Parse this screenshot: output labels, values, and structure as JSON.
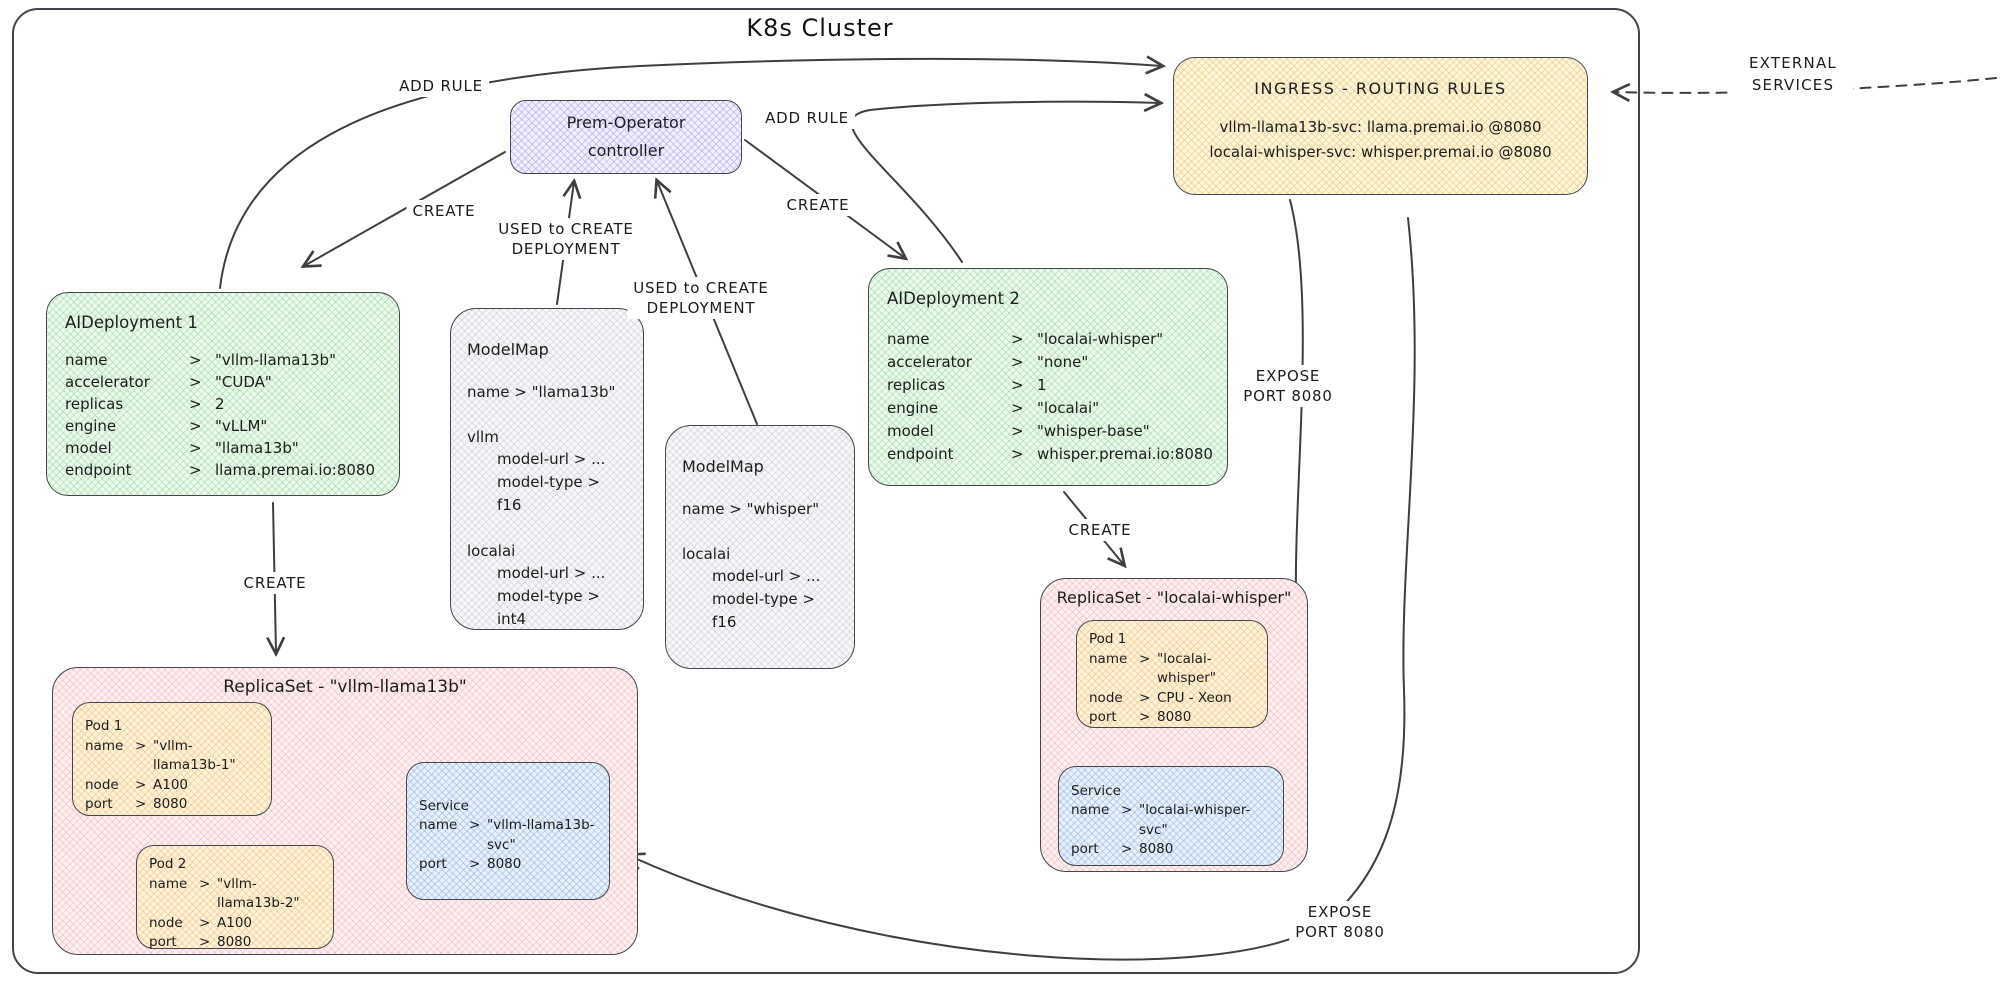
{
  "cluster": {
    "title": "K8s Cluster"
  },
  "external": {
    "lines": [
      "EXTERNAL",
      "SERVICES"
    ]
  },
  "operator": {
    "title": "Prem-Operator",
    "subtitle": "controller"
  },
  "ingress": {
    "title": "INGRESS - ROUTING RULES",
    "rules": [
      "vllm-llama13b-svc: llama.premai.io @8080",
      "localai-whisper-svc: whisper.premai.io @8080"
    ]
  },
  "aid1": {
    "title": "AIDeployment 1",
    "rows": [
      [
        "name",
        ">",
        "\"vllm-llama13b\""
      ],
      [
        "accelerator",
        ">",
        "\"CUDA\""
      ],
      [
        "replicas",
        ">",
        "2"
      ],
      [
        "engine",
        ">",
        "\"vLLM\""
      ],
      [
        "model",
        ">",
        "\"llama13b\""
      ],
      [
        "endpoint",
        ">",
        "llama.premai.io:8080"
      ]
    ]
  },
  "aid2": {
    "title": "AIDeployment 2",
    "rows": [
      [
        "name",
        ">",
        "\"localai-whisper\""
      ],
      [
        "accelerator",
        ">",
        "\"none\""
      ],
      [
        "replicas",
        ">",
        "1"
      ],
      [
        "engine",
        ">",
        "\"localai\""
      ],
      [
        "model",
        ">",
        "\"whisper-base\""
      ],
      [
        "endpoint",
        ">",
        "whisper.premai.io:8080"
      ]
    ]
  },
  "modelmap1": {
    "title": "ModelMap",
    "name_line": "name > \"llama13b\"",
    "sections": [
      {
        "name": "vllm",
        "lines": [
          "model-url > ...",
          "model-type > f16"
        ]
      },
      {
        "name": "localai",
        "lines": [
          "model-url > ...",
          "model-type > int4"
        ]
      }
    ]
  },
  "modelmap2": {
    "title": "ModelMap",
    "name_line": "name > \"whisper\"",
    "sections": [
      {
        "name": "localai",
        "lines": [
          "model-url > ...",
          "model-type > f16"
        ]
      }
    ]
  },
  "replicaset1": {
    "title": "ReplicaSet - \"vllm-llama13b\"",
    "pod1": {
      "title": "Pod 1",
      "rows": [
        [
          "name",
          ">",
          "\"vllm-llama13b-1\""
        ],
        [
          "node",
          ">",
          "A100"
        ],
        [
          "port",
          ">",
          "8080"
        ]
      ]
    },
    "pod2": {
      "title": "Pod 2",
      "rows": [
        [
          "name",
          ">",
          "\"vllm-llama13b-2\""
        ],
        [
          "node",
          ">",
          "A100"
        ],
        [
          "port",
          ">",
          "8080"
        ]
      ]
    },
    "service": {
      "title": "Service",
      "rows": [
        [
          "name",
          ">",
          "\"vllm-llama13b-svc\""
        ],
        [
          "port",
          ">",
          "8080"
        ]
      ]
    }
  },
  "replicaset2": {
    "title": "ReplicaSet - \"localai-whisper\"",
    "pod1": {
      "title": "Pod 1",
      "rows": [
        [
          "name",
          ">",
          "\"localai-whisper\""
        ],
        [
          "node",
          ">",
          "CPU - Xeon"
        ],
        [
          "port",
          ">",
          "8080"
        ]
      ]
    },
    "service": {
      "title": "Service",
      "rows": [
        [
          "name",
          ">",
          "\"localai-whisper-svc\""
        ],
        [
          "port",
          ">",
          "8080"
        ]
      ]
    }
  },
  "labels": {
    "add_rule_left": "ADD RULE",
    "add_rule_right": "ADD RULE",
    "create_operator_aid1": "CREATE",
    "create_operator_aid2": "CREATE",
    "create_aid1_replicaset": "CREATE",
    "create_aid2_replicaset": "CREATE",
    "used_to_create_1": [
      "USED to CREATE",
      "DEPLOYMENT"
    ],
    "used_to_create_2": [
      "USED to CREATE",
      "DEPLOYMENT"
    ],
    "expose_top": [
      "EXPOSE",
      "PORT 8080"
    ],
    "expose_bottom": [
      "EXPOSE",
      "PORT 8080"
    ]
  },
  "colors": {
    "stroke": "#43474d",
    "operator_fill": "#f3f0fe",
    "ingress_fill": "#fdf6dd",
    "deployment_fill": "#ecf9ec",
    "modelmap_fill": "#f7f7f9",
    "replicaset_fill": "#fcf0f1",
    "pod_fill": "#fdf2dc",
    "service_fill": "#e8f0fa"
  }
}
